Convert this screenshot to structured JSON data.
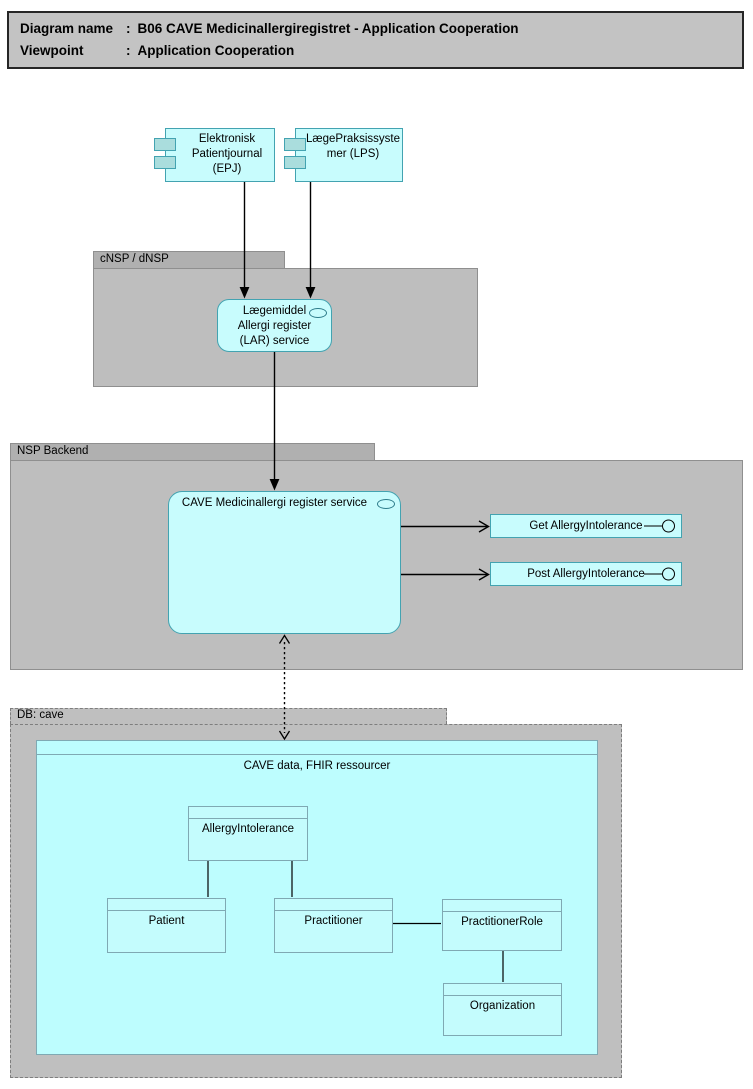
{
  "header": {
    "rows": [
      {
        "label": "Diagram name",
        "sep": ":",
        "value": "B06 CAVE Medicinallergiregistret - Application Cooperation"
      },
      {
        "label": "Viewpoint",
        "sep": ":",
        "value": "Application Cooperation"
      }
    ]
  },
  "groups": {
    "cnsp": {
      "label": "cNSP / dNSP"
    },
    "nsp_backend": {
      "label": "NSP Backend"
    },
    "db_cave": {
      "label": "DB: cave"
    }
  },
  "components": {
    "epj": {
      "name": "Elektronisk Patientjournal (EPJ)",
      "lines": [
        "Elektronisk",
        "Patientjournal",
        "(EPJ)"
      ]
    },
    "lps": {
      "name": "LægePraksissystemer (LPS)",
      "lines": [
        "LægePraksissyste",
        "mer (LPS)"
      ]
    }
  },
  "services": {
    "lar": {
      "name": "Lægemiddel Allergi register (LAR) service",
      "lines": [
        "Lægemiddel",
        "Allergi register",
        "(LAR) service"
      ]
    },
    "cave": {
      "label": "CAVE Medicinallergi register service"
    }
  },
  "interfaces": {
    "get": {
      "label": "Get AllergyIntolerance"
    },
    "post": {
      "label": "Post AllergyIntolerance"
    }
  },
  "data_store": {
    "title": "CAVE data, FHIR ressourcer",
    "entities": [
      {
        "label": "AllergyIntolerance"
      },
      {
        "label": "Patient"
      },
      {
        "label": "Practitioner"
      },
      {
        "label": "PractitionerRole"
      },
      {
        "label": "Organization"
      }
    ]
  },
  "colors": {
    "element_fill": "#c8fcfd",
    "element_border": "#43a3b1",
    "component_tab_fill": "#aadddd",
    "entity_fill": "#c4fcfd",
    "entity_border": "#7fa9b3",
    "group_fill": "#bebebe",
    "group_tab_fill": "#b0b0b0",
    "db_group_fill": "#bfbfbf",
    "title_fill": "#c3c3c3",
    "connector": "#000000"
  }
}
